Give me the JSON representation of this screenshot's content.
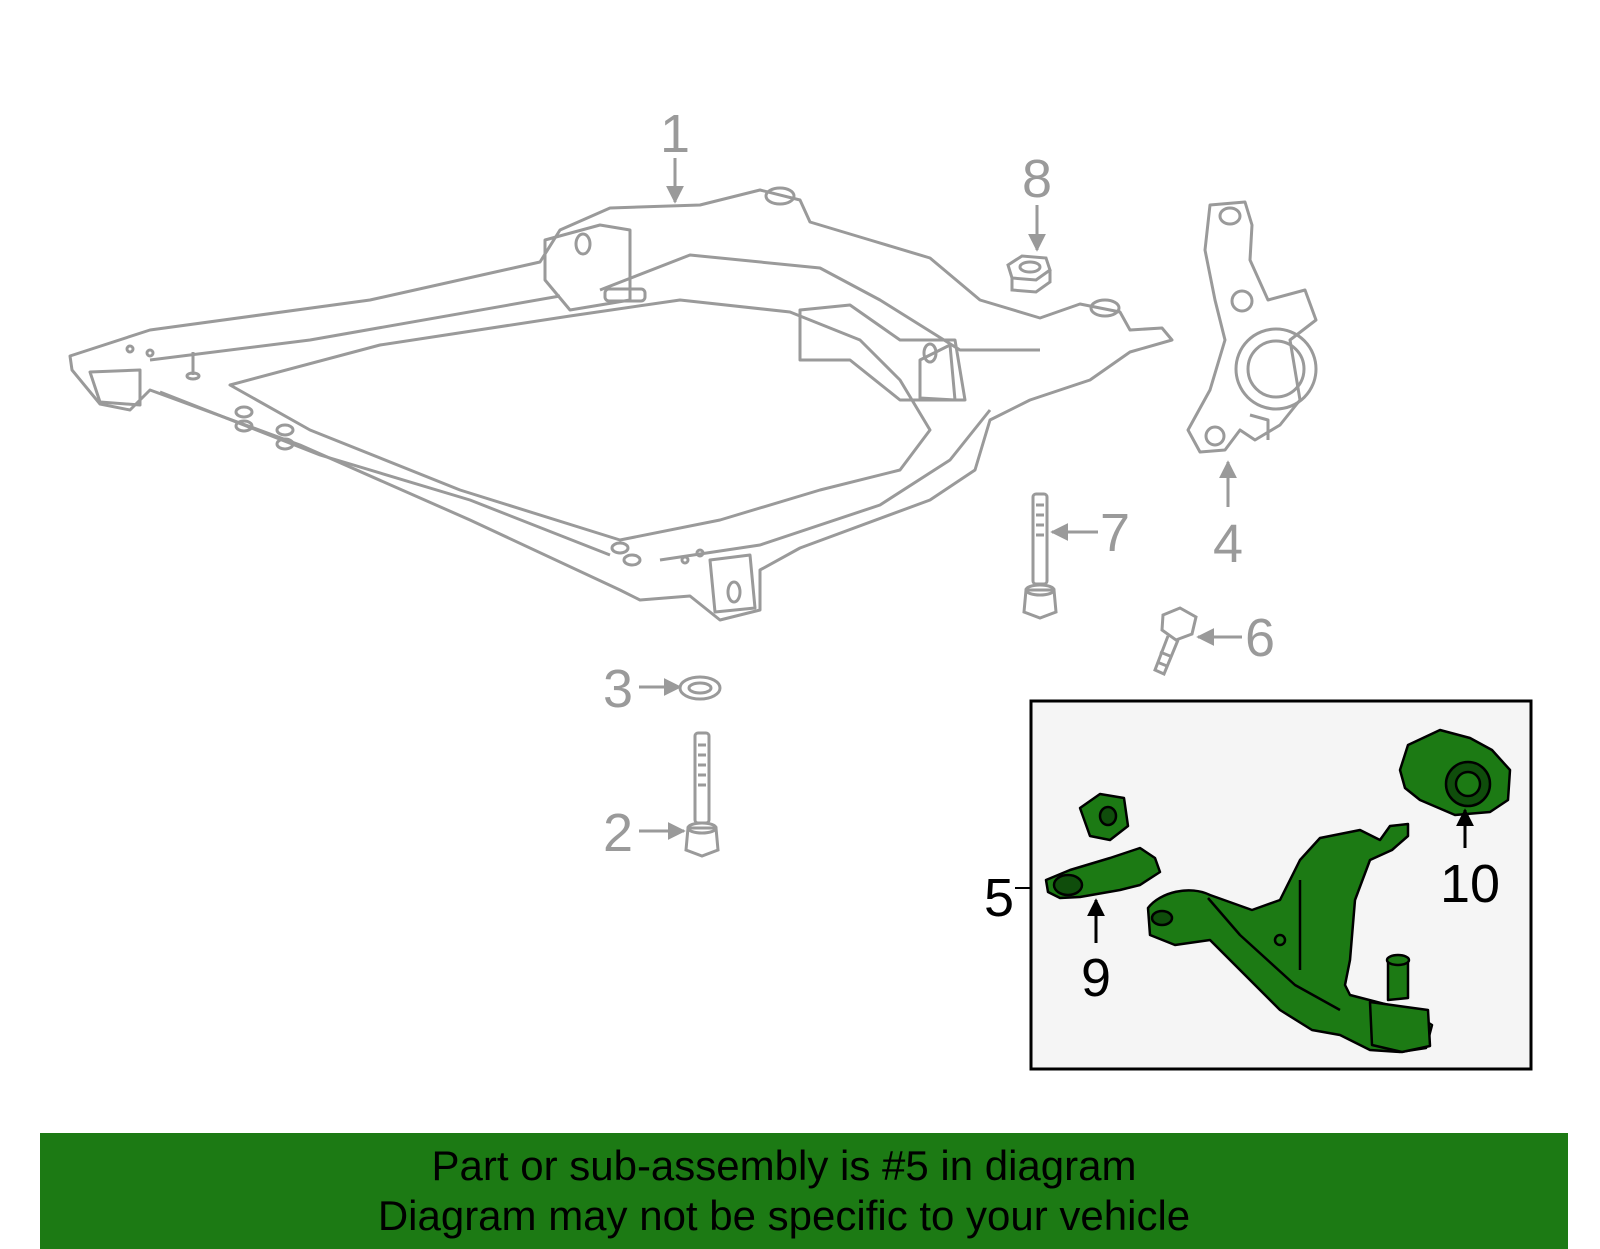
{
  "callouts": {
    "c1": "1",
    "c2": "2",
    "c3": "3",
    "c4": "4",
    "c5": "5",
    "c6": "6",
    "c7": "7",
    "c8": "8",
    "c9": "9",
    "c10": "10"
  },
  "banner": {
    "line1": "Part or sub-assembly is #5 in diagram",
    "line2": "Diagram may not be specific to your vehicle"
  },
  "colors": {
    "highlight_part": "#1c7a14",
    "banner_bg": "#1c7a14",
    "line_gray": "#9a9a9a",
    "inset_bg": "#f5f5f5"
  }
}
